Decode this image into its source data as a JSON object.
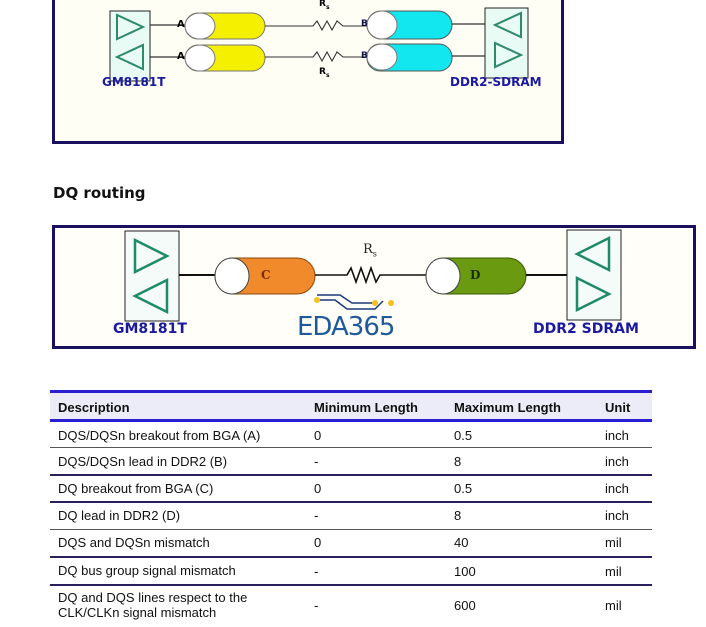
{
  "diagram_top": {
    "left_chip": "GM8181T",
    "right_chip": "DDR2-SDRAM",
    "trace_left_label": "A",
    "trace_right_label": "B",
    "resistor_label_top": "R",
    "resistor_label_bottom": "R",
    "resistor_subscript": "s",
    "colors": {
      "trace_a": "#f5f000",
      "trace_b": "#12e6ef",
      "frame": "#1a1060",
      "buffer": "#2f8a6a"
    }
  },
  "section": {
    "title": "DQ routing"
  },
  "diagram_dq": {
    "left_chip": "GM8181T",
    "right_chip": "DDR2 SDRAM",
    "trace_left_label": "C",
    "trace_right_label": "D",
    "resistor_label": "R",
    "resistor_subscript": "s",
    "watermark": "EDA365",
    "colors": {
      "trace_c": "#f08a2a",
      "trace_d": "#6a9a10",
      "watermark": "#1e5a9a"
    }
  },
  "table": {
    "columns": [
      "Description",
      "Minimum Length",
      "Maximum Length",
      "Unit"
    ],
    "rows": [
      {
        "description": "DQS/DQSn breakout from BGA (A)",
        "min": "0",
        "max": "0.5",
        "unit": "inch"
      },
      {
        "description": "DQS/DQSn lead in DDR2 (B)",
        "min": "-",
        "max": "8",
        "unit": "inch"
      },
      {
        "description": "DQ breakout from BGA (C)",
        "min": "0",
        "max": "0.5",
        "unit": "inch"
      },
      {
        "description": "DQ lead in DDR2 (D)",
        "min": "-",
        "max": "8",
        "unit": "inch"
      },
      {
        "description": "DQS and DQSn mismatch",
        "min": "0",
        "max": "40",
        "unit": "mil"
      },
      {
        "description": "DQ bus group signal mismatch",
        "min": "-",
        "max": "100",
        "unit": "mil"
      },
      {
        "description_line1": "DQ and DQS lines respect to the",
        "description_line2": "CLK/CLKn signal mismatch",
        "min": "-",
        "max": "600",
        "unit": "mil"
      }
    ]
  }
}
